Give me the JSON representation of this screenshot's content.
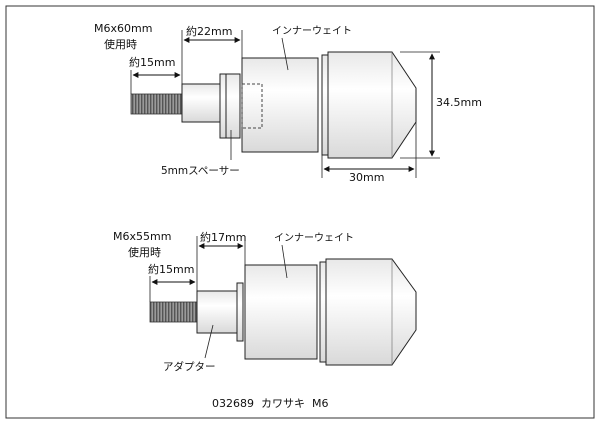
{
  "upper": {
    "usage_line1": "M6x60mm",
    "usage_line2": "使用時",
    "dim_22": "約22mm",
    "dim_15": "約15mm",
    "inner_weight": "インナーウェイト",
    "spacer": "5mmスペーサー",
    "dim_height": "34.5mm",
    "dim_width": "30mm"
  },
  "lower": {
    "usage_line1": "M6x55mm",
    "usage_line2": "使用時",
    "dim_17": "約17mm",
    "dim_15": "約15mm",
    "inner_weight": "インナーウェイト",
    "adapter": "アダプター"
  },
  "caption": "032689  カワサキ  M6"
}
